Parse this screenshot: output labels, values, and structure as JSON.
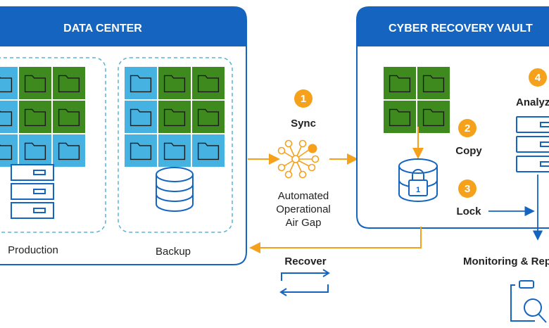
{
  "data_center": {
    "title": "DATA CENTER",
    "production_label": "Production",
    "backup_label": "Backup"
  },
  "vault": {
    "title": "CYBER RECOVERY VAULT"
  },
  "steps": [
    {
      "number": "1",
      "label": "Sync"
    },
    {
      "number": "2",
      "label": "Copy"
    },
    {
      "number": "3",
      "label": "Lock"
    },
    {
      "number": "4",
      "label": "Analyze"
    }
  ],
  "air_gap": {
    "lines": [
      "Automated",
      "Operational",
      "Air Gap"
    ]
  },
  "recover_label": "Recover",
  "monitoring_label": "Monitoring & Reporting",
  "colors": {
    "blue": "#1565c0",
    "folder_green": "#3e8a1f",
    "folder_blue": "#45b2e2",
    "orange": "#f5a11c",
    "dashed": "#5bb2d8"
  },
  "icons": [
    "folder-icon",
    "server-icon",
    "database-icon",
    "lock-icon",
    "cycle-icon",
    "monitoring-icon",
    "air-gap-network-icon"
  ]
}
